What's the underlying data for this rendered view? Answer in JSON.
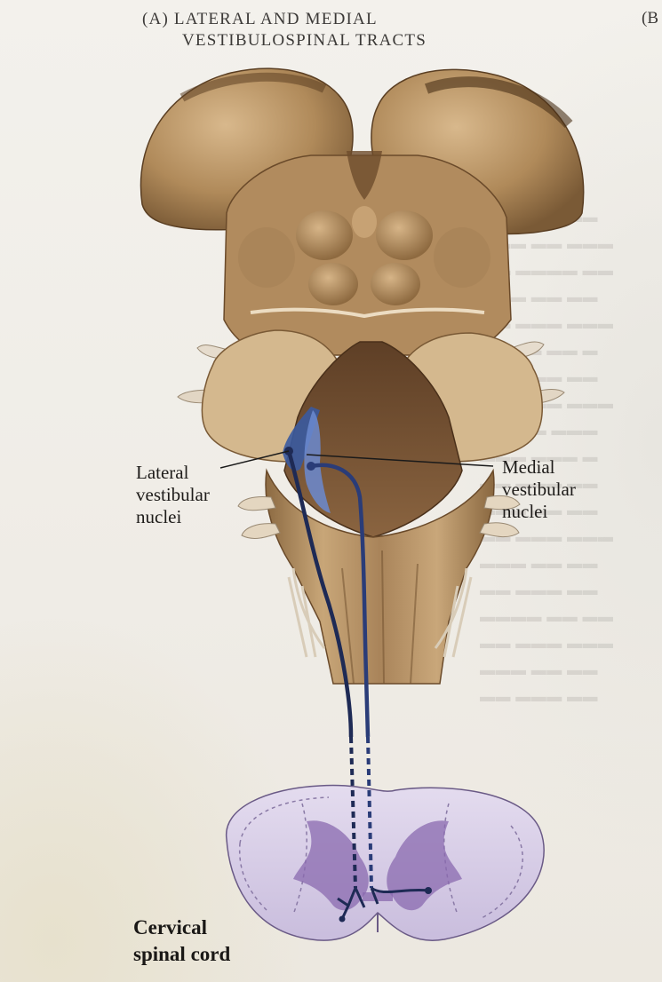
{
  "figure": {
    "panel_title_line1": "(A) LATERAL AND MEDIAL",
    "panel_title_line2": "VESTIBULOSPINAL TRACTS",
    "next_panel_marker": "(B"
  },
  "labels": {
    "lateral_nuclei": [
      "Lateral",
      "vestibular",
      "nuclei"
    ],
    "medial_nuclei": [
      "Medial",
      "vestibular",
      "nuclei"
    ],
    "spinal_cord": [
      "Cervical",
      "spinal cord"
    ]
  },
  "colors": {
    "brainstem": "#b89468",
    "tract": "#1e2a55",
    "spinal_cord_white_matter": "#d7d0e6",
    "spinal_cord_gray_matter": "#8a6aaf"
  }
}
